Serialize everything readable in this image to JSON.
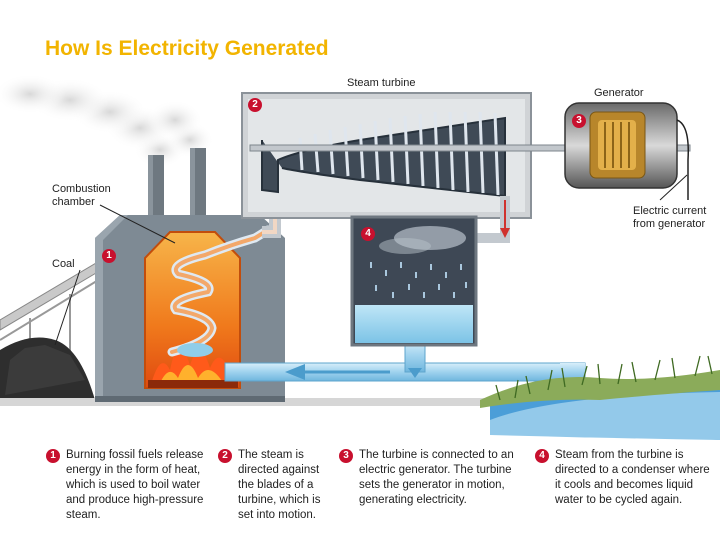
{
  "title": "How Is Electricity Generated",
  "labels": {
    "steam_turbine": "Steam turbine",
    "generator": "Generator",
    "combustion_chamber": "Combustion\nchamber",
    "coal": "Coal",
    "electric_current": "Electric current\nfrom generator"
  },
  "badges": [
    "1",
    "2",
    "3",
    "4"
  ],
  "steps": [
    {
      "num": "1",
      "text": "Burning fossil fuels release energy in the form of heat, which is used to boil water and produce high-pressure steam."
    },
    {
      "num": "2",
      "text": "The steam is directed against the blades of a turbine, which is set into motion."
    },
    {
      "num": "3",
      "text": "The turbine is connected to an electric generator. The turbine sets the generator in motion, generating electricity."
    },
    {
      "num": "4",
      "text": "Steam from the turbine is directed to a condenser where it cools and becomes liquid water to be cycled again."
    }
  ],
  "colors": {
    "title": "#f2b400",
    "badge": "#c8102e",
    "water": "#9dd3ee",
    "steel": "#7e8a94"
  }
}
